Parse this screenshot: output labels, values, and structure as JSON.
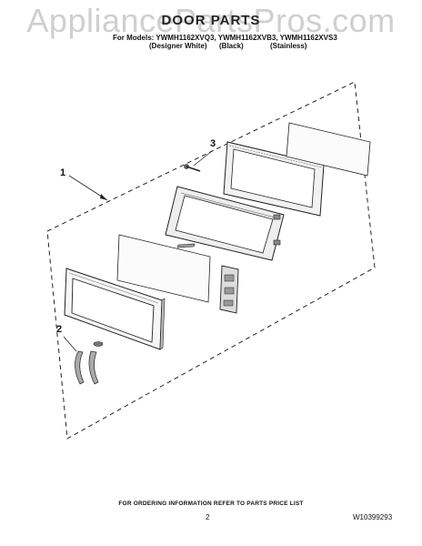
{
  "watermark": "AppliancePartsPros.com",
  "title": "DOOR PARTS",
  "models_line": "For Models: YWMH1162XVQ3, YWMH1162XVB3, YWMH1162XVS3",
  "variants": [
    "(Designer White)",
    "(Black)",
    "(Stainless)"
  ],
  "callouts": [
    "1",
    "2",
    "3"
  ],
  "footer": {
    "notice": "FOR ORDERING INFORMATION REFER TO PARTS PRICE LIST",
    "page_number": "2",
    "document_number": "W10399293"
  }
}
